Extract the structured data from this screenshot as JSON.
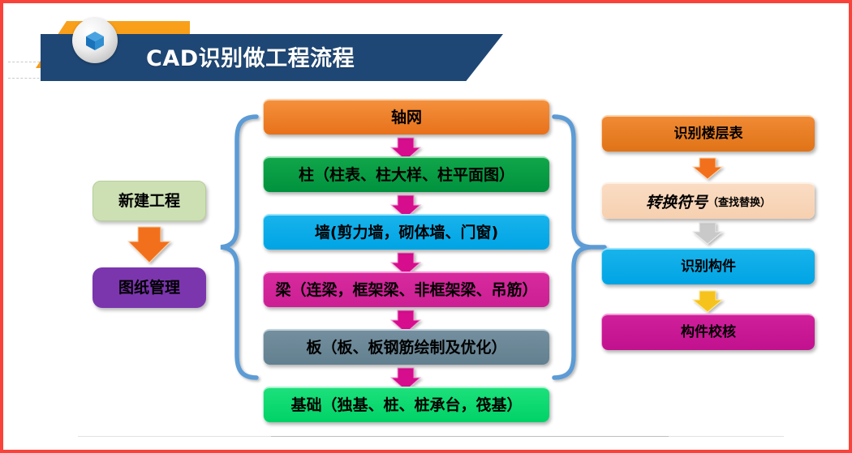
{
  "header": {
    "title": "CAD识别做工程流程",
    "icon": "cube-3d-icon"
  },
  "left_column": {
    "nodes": [
      {
        "id": "new-project",
        "label": "新建工程",
        "color": "#cde0b4"
      },
      {
        "id": "drawing-management",
        "label": "图纸管理",
        "color": "#7b36ae"
      }
    ],
    "arrow": {
      "name": "down-arrow-orange",
      "color": "#f2701d"
    }
  },
  "center_column": {
    "nodes": [
      {
        "id": "axis-grid",
        "label": "轴网",
        "color": "#e8711a"
      },
      {
        "id": "column",
        "label": "柱（柱表、柱大样、柱平面图）",
        "color": "#00923d"
      },
      {
        "id": "wall",
        "label": "墙(剪力墙，砌体墙、门窗)",
        "color": "#00a4e4"
      },
      {
        "id": "beam",
        "label": "梁（连梁，框架梁、非框架梁、吊筋）",
        "color": "#cc1f94"
      },
      {
        "id": "slab",
        "label": "板（板、板钢筋绘制及优化）",
        "color": "#62808f"
      },
      {
        "id": "foundation",
        "label": "基础（独基、桩、桩承台，筏基）",
        "color": "#00d267"
      }
    ],
    "arrow": {
      "name": "down-arrow-magenta",
      "color": "#d60a8c"
    }
  },
  "right_column": {
    "nodes": [
      {
        "id": "recognize-floor-table",
        "label": "识别楼层表",
        "sub": "",
        "color": "#e07317"
      },
      {
        "id": "convert-symbol",
        "label": "转换符号",
        "sub": "（查找替换）",
        "color": "#f6d0b0"
      },
      {
        "id": "recognize-member",
        "label": "识别构件",
        "sub": "",
        "color": "#00a4e4"
      },
      {
        "id": "member-check",
        "label": "构件校核",
        "sub": "",
        "color": "#c2118e"
      }
    ],
    "arrows": [
      {
        "name": "down-arrow-orange",
        "color": "#f2701d"
      },
      {
        "name": "down-arrow-gray",
        "color": "#bfbfbf"
      },
      {
        "name": "down-arrow-yellow",
        "color": "#f6c31c"
      }
    ]
  },
  "connectors": {
    "left_brace": {
      "name": "left-curly-brace",
      "color": "#5b9bd5"
    },
    "right_brace": {
      "name": "right-curly-brace",
      "color": "#5b9bd5"
    }
  },
  "frame": {
    "border_color": "#f9423a"
  }
}
